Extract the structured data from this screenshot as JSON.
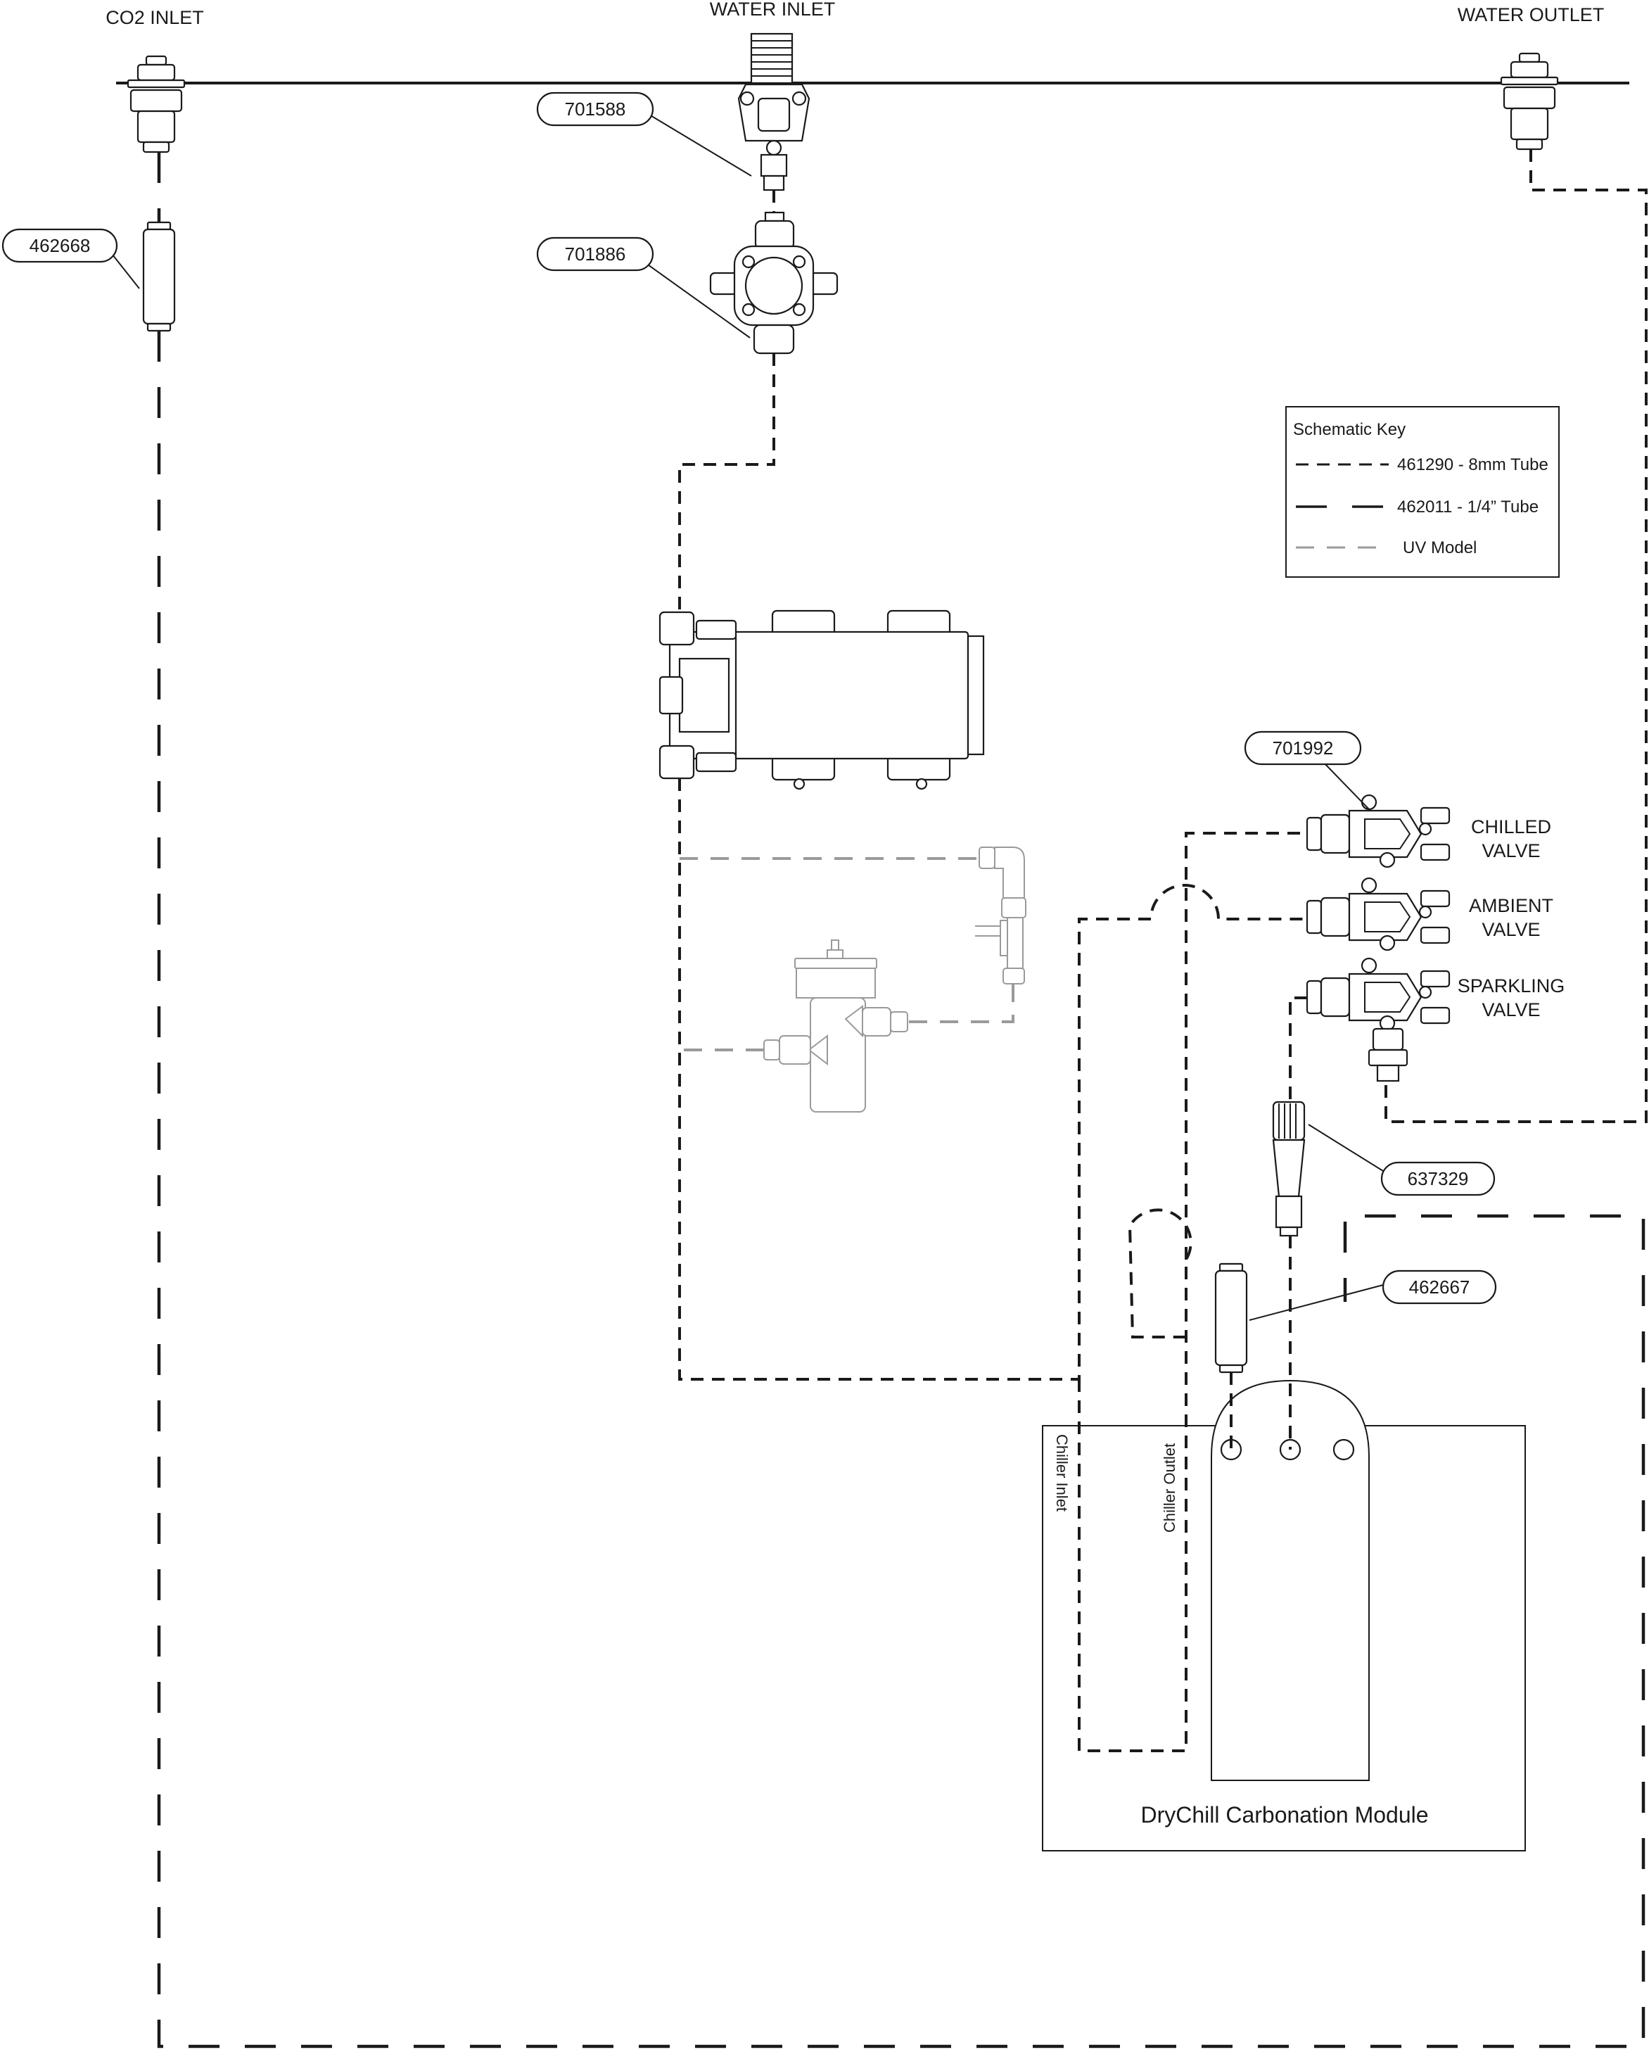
{
  "inlets": {
    "co2": "CO2 INLET",
    "water_in": "WATER INLET",
    "water_out": "WATER OUTLET"
  },
  "part_numbers": {
    "p701588": "701588",
    "p701886": "701886",
    "p462668": "462668",
    "p701992": "701992",
    "p637329": "637329",
    "p462667": "462667"
  },
  "valves": {
    "chilled_l1": "CHILLED",
    "chilled_l2": "VALVE",
    "ambient_l1": "AMBIENT",
    "ambient_l2": "VALVE",
    "sparkling_l1": "SPARKLING",
    "sparkling_l2": "VALVE"
  },
  "schematic_key": {
    "title": "Schematic Key",
    "tube_8mm": "461290 - 8mm Tube",
    "tube_quarter": "462011 - 1/4” Tube",
    "uv_model": "UV Model"
  },
  "module": {
    "name": "DryChill Carbonation Module",
    "chiller_inlet": "Chiller Inlet",
    "chiller_outlet": "Chiller Outlet"
  },
  "colors": {
    "line": "#1a1a1a",
    "uv_line": "#9a9a9a"
  }
}
